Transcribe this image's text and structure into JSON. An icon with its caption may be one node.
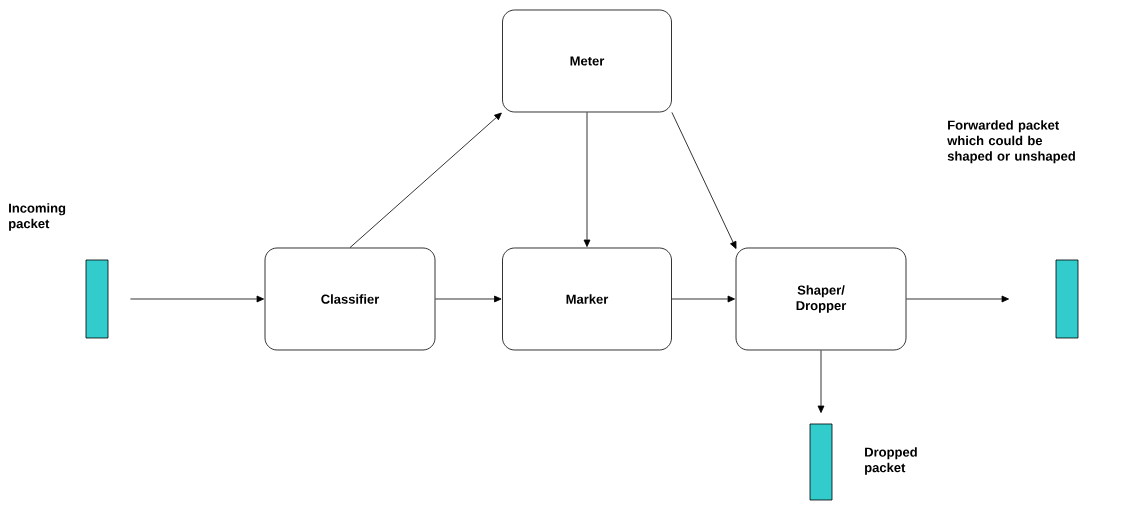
{
  "diagram": {
    "nodes": [
      {
        "text": [],
        "shape": "bar",
        "beside": [
          "Incoming packet"
        ]
      },
      {
        "text": [
          "Classifier"
        ]
      },
      {
        "text": [
          "Meter"
        ]
      },
      {
        "text": [
          "Marker"
        ]
      },
      {
        "text": [
          "Shaper/ Dropper"
        ]
      },
      {
        "text": [],
        "shape": "bar"
      },
      {
        "text": [],
        "shape": "bar",
        "beside": [
          "Dropped packet"
        ]
      }
    ],
    "edges": [
      {
        "from": 0,
        "to": 1,
        "arrow": "to"
      },
      {
        "from": 1,
        "to": 3,
        "arrow": "to"
      },
      {
        "from": 1,
        "to": 2,
        "arrow": "to"
      },
      {
        "from": 2,
        "to": 3,
        "arrow": "to"
      },
      {
        "from": 2,
        "to": 4,
        "arrow": "to"
      },
      {
        "from": 3,
        "to": 4,
        "arrow": "to"
      },
      {
        "from": 4,
        "to": 5,
        "arrow": "to"
      },
      {
        "from": 4,
        "to": 6,
        "arrow": "to"
      }
    ],
    "labels": [
      "Forwarded packet which could be shaped or unshaped"
    ]
  }
}
